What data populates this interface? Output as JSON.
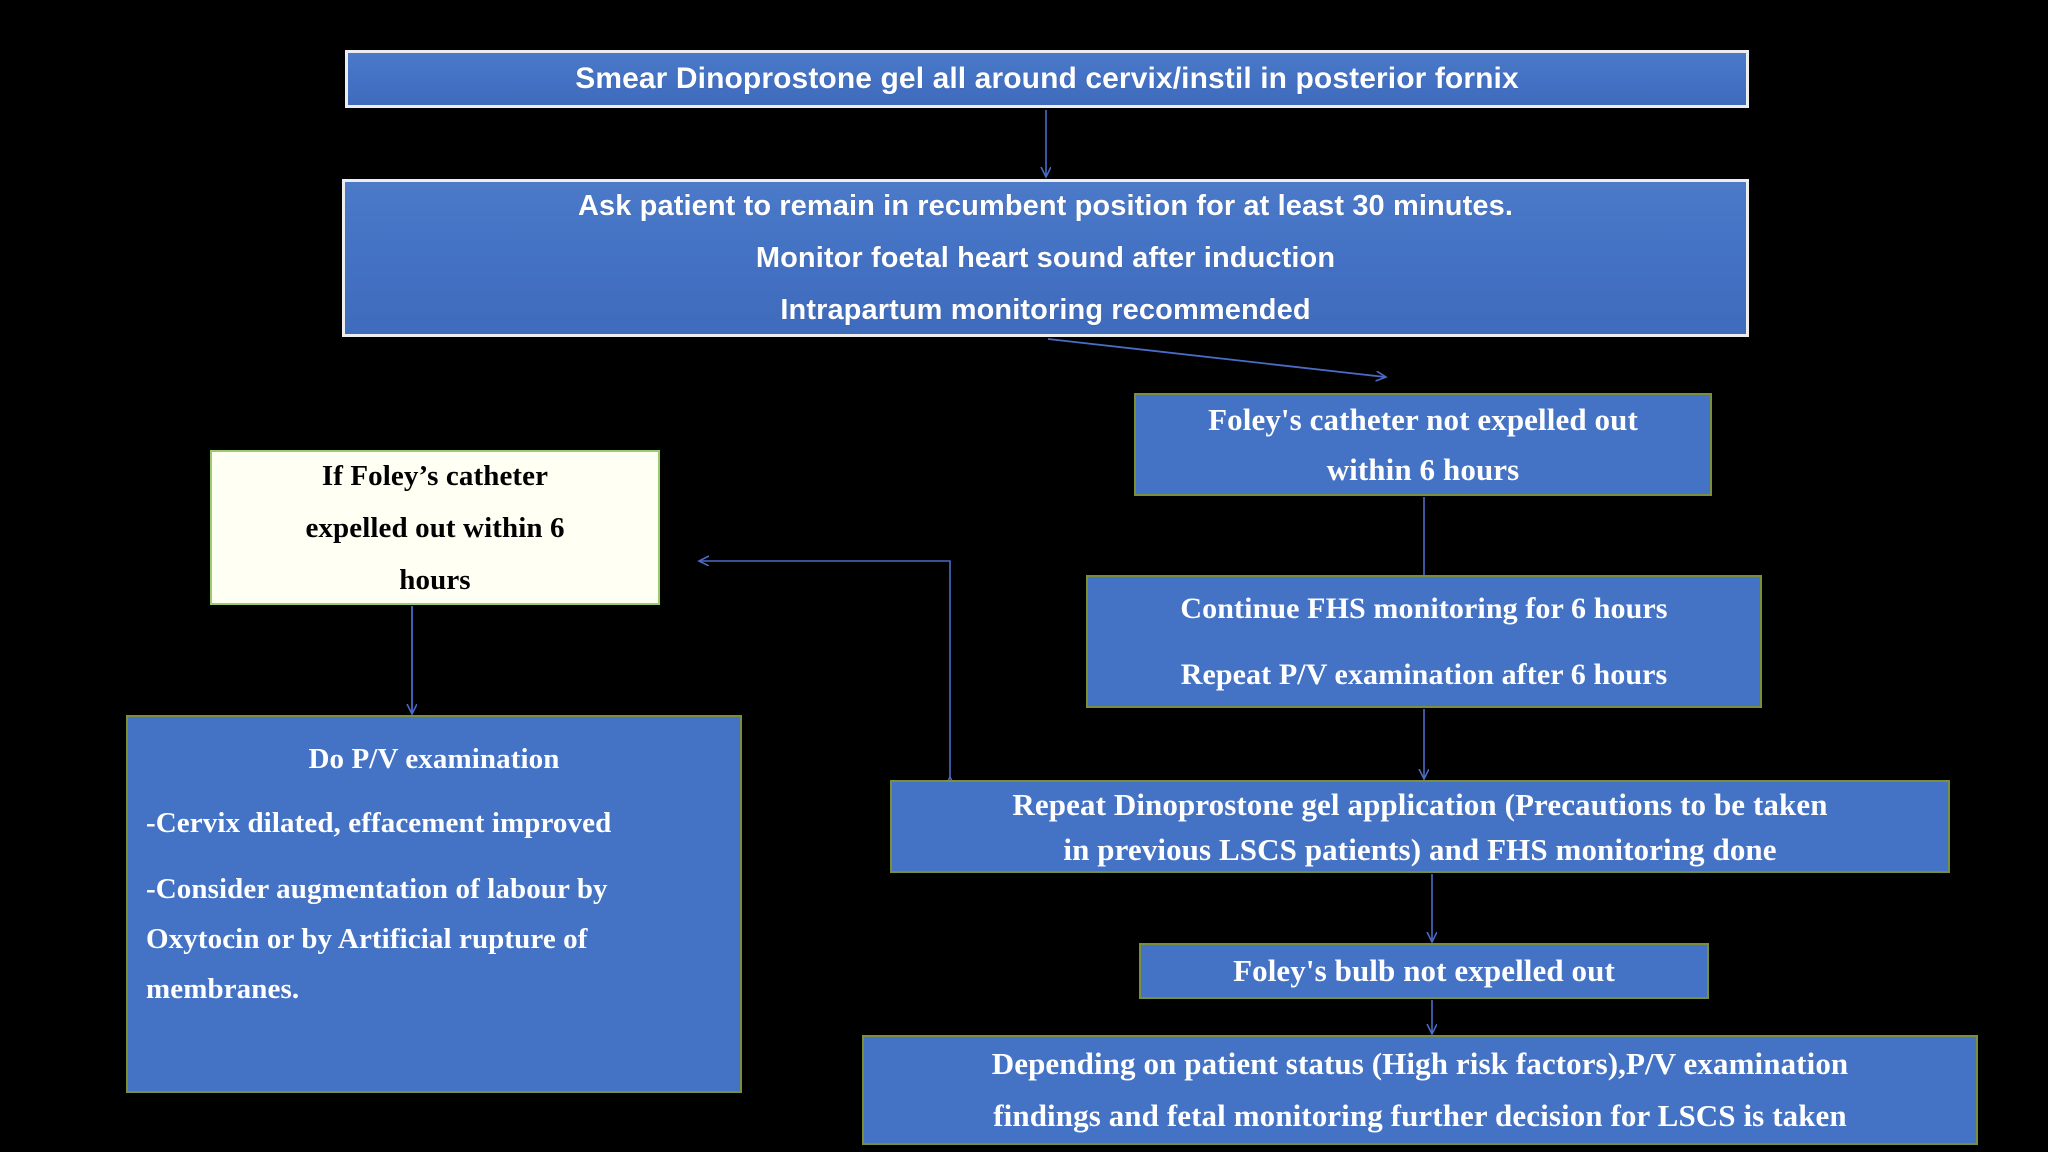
{
  "diagram": {
    "title": "Dinoprostone gel induction / Foley catheter flowchart",
    "background_color": "#000000",
    "box_fill": "#4472C4",
    "box_border_green": "#7B8F3A",
    "box_border_white": "#EDEDED",
    "white_box_fill": "#FFFFF4",
    "connector_color": "#4A6BC6",
    "nodes": {
      "smear": {
        "line1": "Smear Dinoprostone gel all around cervix/instil in posterior fornix"
      },
      "ask": {
        "line1": "Ask patient to remain in recumbent position for at least 30 minutes.",
        "line2": "Monitor foetal heart sound after induction",
        "line3": "Intrapartum monitoring recommended"
      },
      "not_expelled": {
        "line1": "Foley's catheter not expelled out",
        "line2": "within 6 hours"
      },
      "white_expelled": {
        "line1": "If Foley’s catheter",
        "line2": "expelled out within 6",
        "line3": "hours"
      },
      "continue_fhs": {
        "line1": "Continue FHS monitoring for 6 hours",
        "line2": "Repeat P/V examination after 6 hours"
      },
      "do_pv": {
        "title": "Do P/V examination",
        "point1": "-Cervix dilated, effacement improved",
        "point2": "-Consider augmentation of labour by Oxytocin or by Artificial rupture of membranes."
      },
      "repeat_gel": {
        "line1": "Repeat Dinoprostone gel application (Precautions to be taken",
        "line2": "in previous LSCS patients) and FHS monitoring done"
      },
      "bulb": {
        "line1": "Foley's bulb not expelled out"
      },
      "depending": {
        "line1": "Depending on patient status (High risk factors),P/V examination",
        "line2": "findings and fetal monitoring further decision for LSCS is taken"
      }
    },
    "connectors": [
      {
        "name": "smear-to-ask",
        "kind": "vertical-arrow-down"
      },
      {
        "name": "ask-to-not-expelled",
        "kind": "diagonal-arrow-right-down"
      },
      {
        "name": "not-expelled-to-continue",
        "kind": "vertical-line-down"
      },
      {
        "name": "continue-to-repeat-gel",
        "kind": "vertical-arrow-down"
      },
      {
        "name": "repeat-gel-to-white-box",
        "kind": "elbow-double-arrow-left"
      },
      {
        "name": "white-box-to-do-pv",
        "kind": "vertical-arrow-down"
      },
      {
        "name": "repeat-gel-to-bulb",
        "kind": "vertical-arrow-down"
      },
      {
        "name": "bulb-to-depending",
        "kind": "vertical-arrow-down"
      }
    ]
  }
}
